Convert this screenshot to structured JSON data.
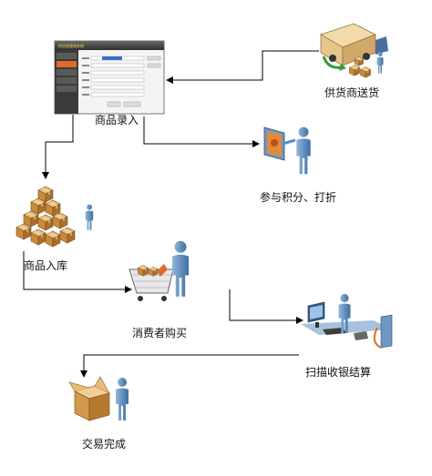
{
  "nodes": {
    "supplier": {
      "label": "供货商送货"
    },
    "entry": {
      "label": "商品录入"
    },
    "points": {
      "label": "参与积分、打折"
    },
    "warehouse": {
      "label": "商品入库"
    },
    "consumer": {
      "label": "消费者购买"
    },
    "checkout": {
      "label": "扫描收银结算"
    },
    "done": {
      "label": "交易完成"
    }
  },
  "colors": {
    "person": "#5c8fc0",
    "box": "#c98a3a",
    "truck": "#e8c58a",
    "arrow": "#000000"
  }
}
